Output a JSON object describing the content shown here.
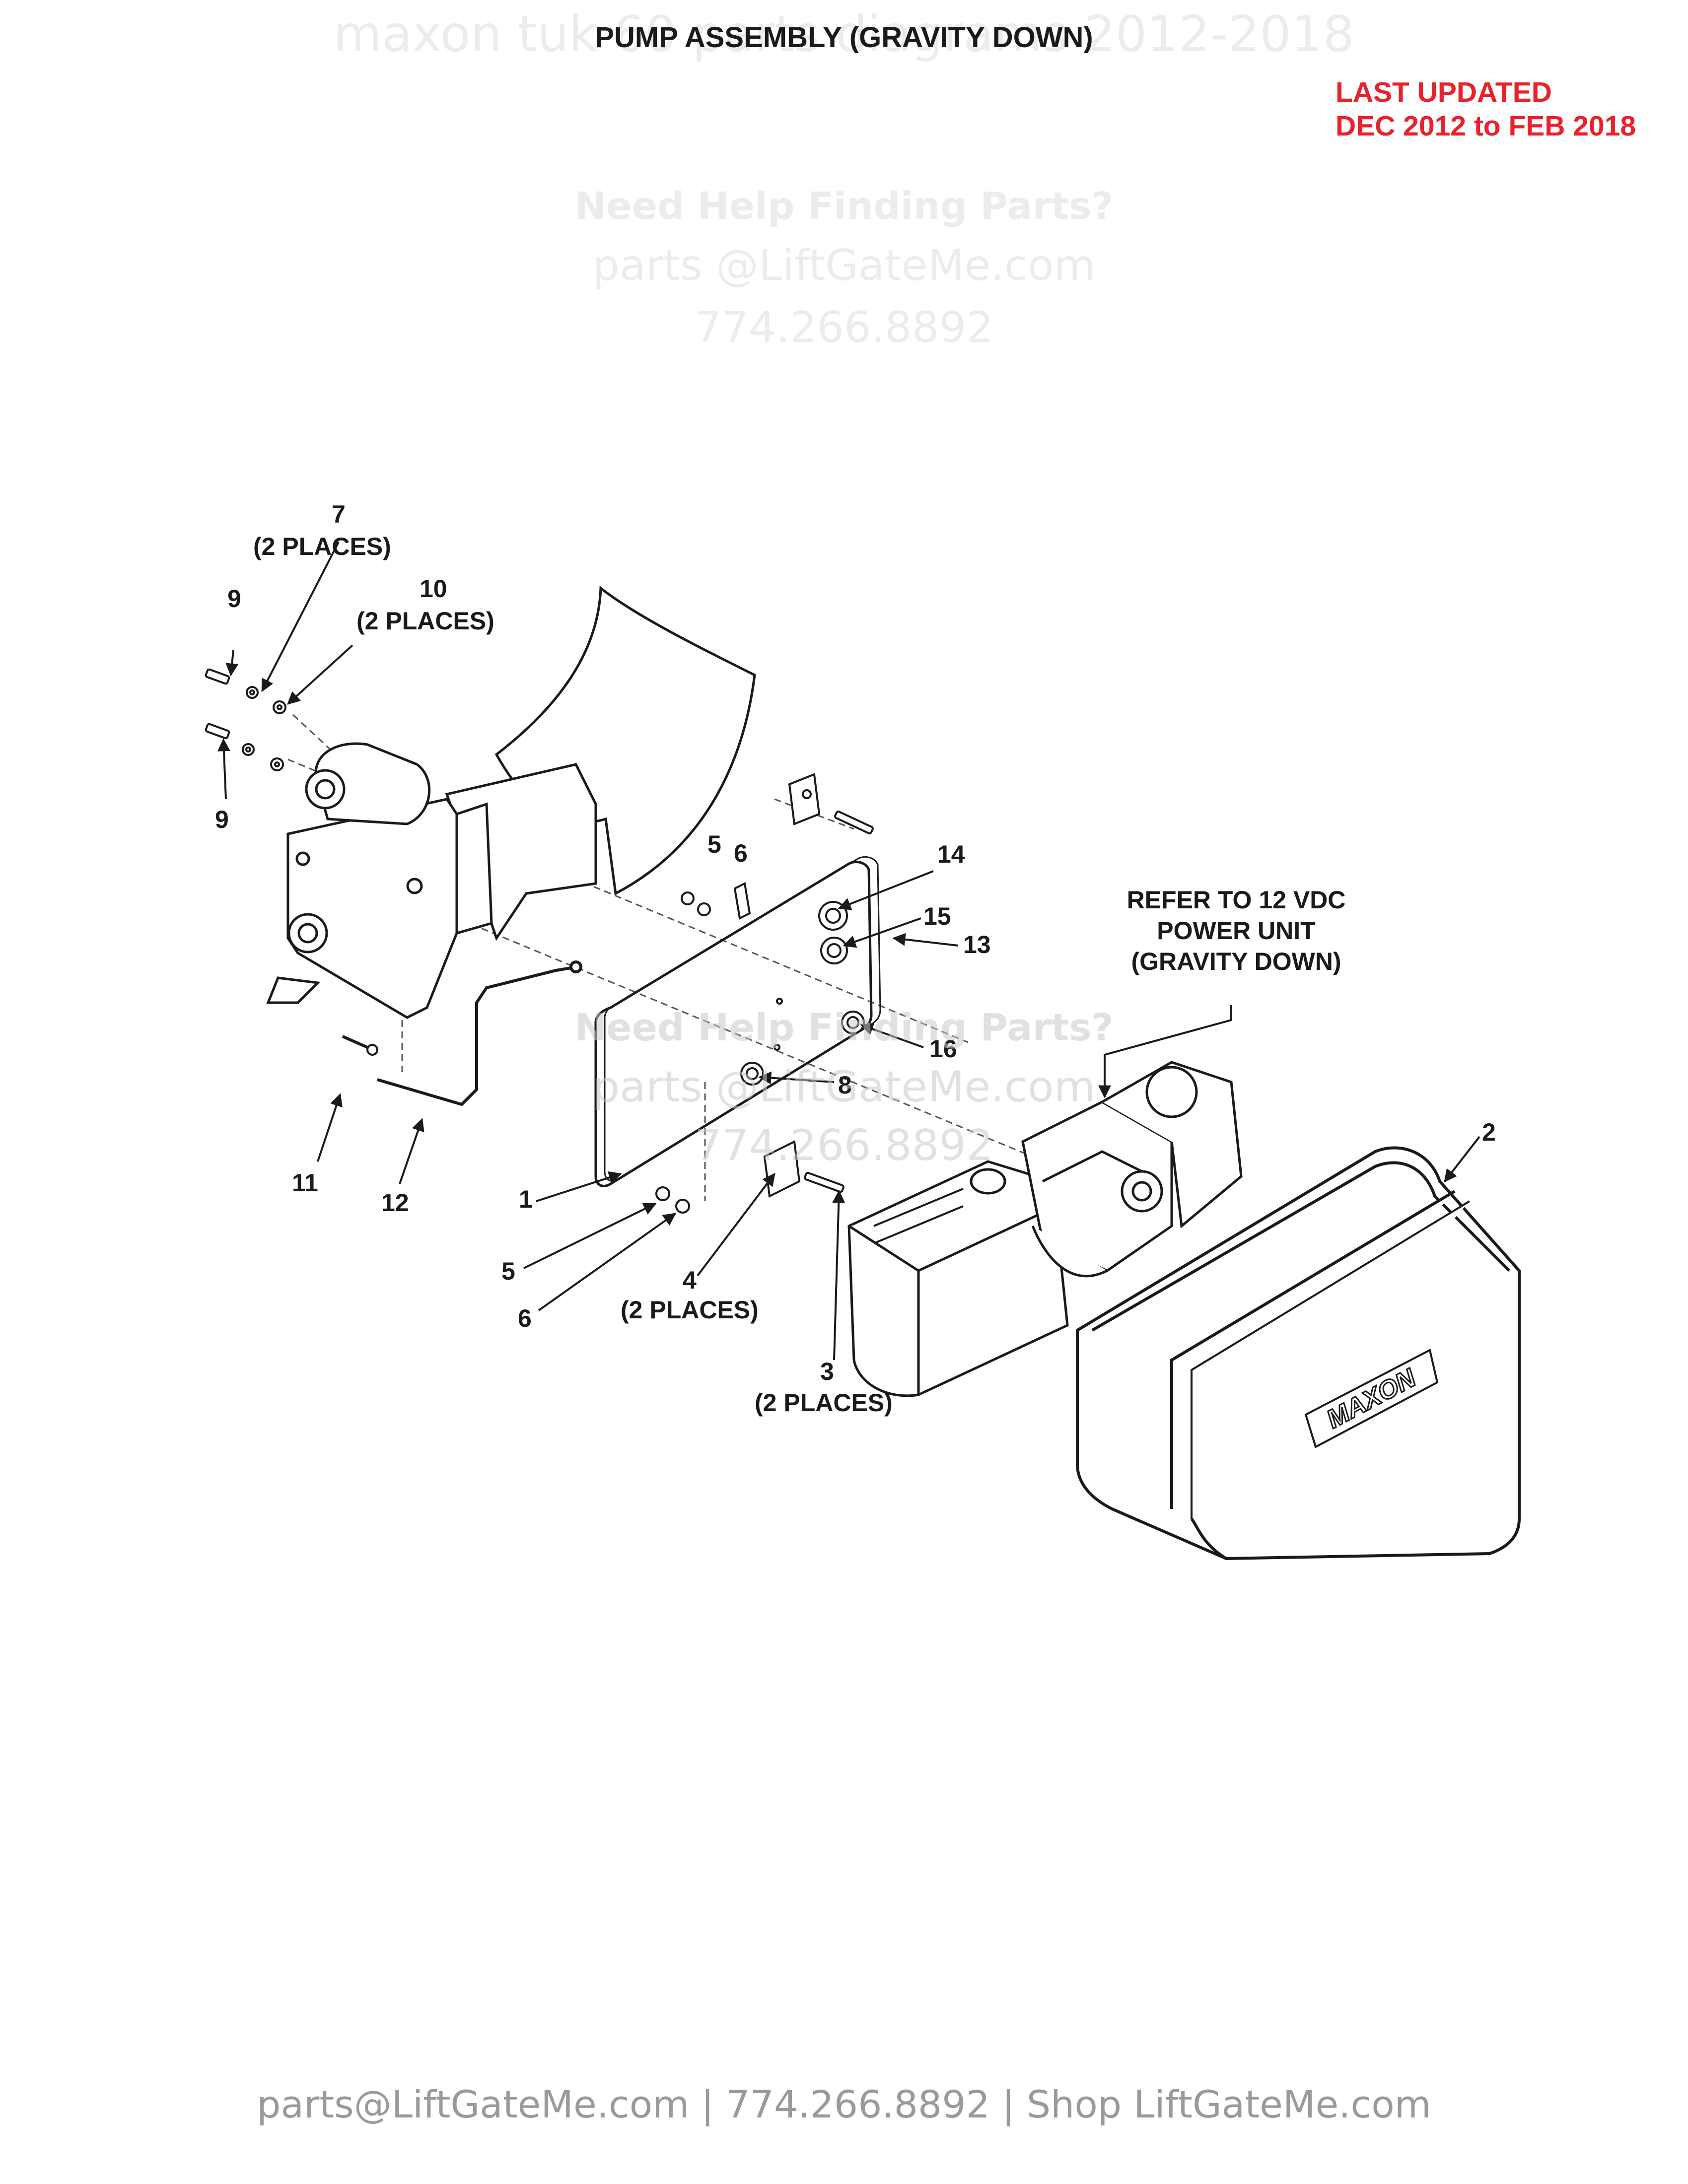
{
  "watermark_top": "maxon tuk 60 parts diagrams 2012-2018",
  "title": "PUMP ASSEMBLY (GRAVITY DOWN)",
  "last_updated": {
    "line1": "LAST UPDATED",
    "line2": "DEC 2012 to FEB 2018"
  },
  "help_watermark": {
    "line1": "Need Help Finding Parts?",
    "line2": "parts @LiftGateMe.com",
    "line3": "774.266.8892"
  },
  "callouts": {
    "c7": "7",
    "c7_sub": "(2 PLACES)",
    "c10": "10",
    "c10_sub": "(2 PLACES)",
    "c9a": "9",
    "c9b": "9",
    "c5a": "5",
    "c6a": "6",
    "c14": "14",
    "c15": "15",
    "c13": "13",
    "c16": "16",
    "c8": "8",
    "c1": "1",
    "c11": "11",
    "c12": "12",
    "c5b": "5",
    "c6b": "6",
    "c4": "4",
    "c4_sub": "(2 PLACES)",
    "c3": "3",
    "c3_sub": "(2 PLACES)",
    "c2": "2",
    "refer_l1": "REFER TO 12 VDC",
    "refer_l2": "POWER UNIT",
    "refer_l3": "(GRAVITY DOWN)"
  },
  "brand_plate": "MAXON",
  "footer": "parts@LiftGateMe.com | 774.266.8892 | Shop LiftGateMe.com"
}
